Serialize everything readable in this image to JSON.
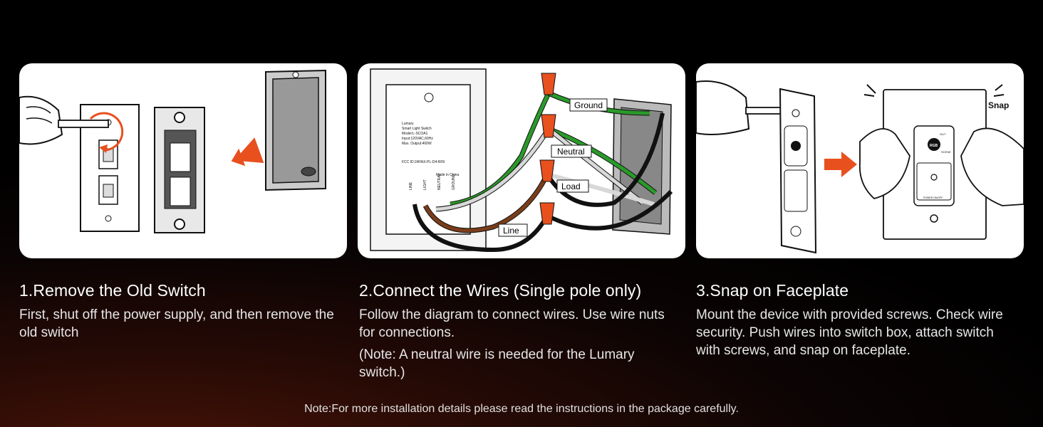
{
  "steps": [
    {
      "title": "1.Remove the Old Switch",
      "body": "First, shut off the power supply, and then remove the old switch"
    },
    {
      "title": "2.Connect the Wires (Single pole only)",
      "body": "Follow the diagram to connect wires. Use wire nuts for connections.",
      "note": "(Note: A neutral wire is needed for the Lumary switch.)"
    },
    {
      "title": "3.Snap on Faceplate",
      "body": "Mount the device with provided screws. Check wire security. Push wires into switch box, attach switch with screws, and snap on faceplate."
    }
  ],
  "diagram": {
    "labels": {
      "ground": "Ground",
      "neutral": "Neutral",
      "load": "Load",
      "line": "Line"
    },
    "device_label": {
      "brand": "Lumary",
      "product": "Smart Light Switch",
      "model": "Model:L-SCOA1",
      "input": "Input:120VAC,60Hz",
      "output": "Max. Output:400W",
      "fcc": "FCC ID:2AYAX-PL-D4-R09",
      "origin": "Made in China",
      "terminals": [
        "LINE",
        "LIGHT",
        "NEUTRAL",
        "GROUND"
      ]
    },
    "wire_colors": {
      "ground": "#2a9a2a",
      "neutral": "#d8d8d8",
      "load": "#7a3d1a",
      "line": "#111111",
      "nut": "#e8501e"
    }
  },
  "faceplate": {
    "snap_label": "Snap",
    "buttons": [
      "OUT",
      "RGB",
      "SCENE",
      "POWER ON/OFF"
    ]
  },
  "footnote": "Note:For more installation details please read the instructions in the package carefully.",
  "colors": {
    "accent_arrow": "#e8501e",
    "background": "#000000"
  }
}
